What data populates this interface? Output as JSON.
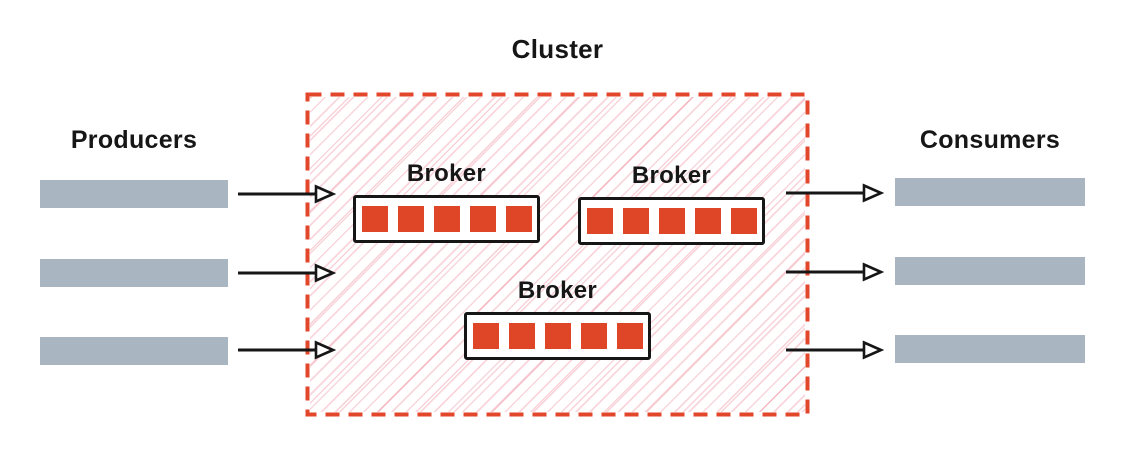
{
  "cluster": {
    "label": "Cluster"
  },
  "producers": {
    "label": "Producers",
    "stream_count": 3
  },
  "consumers": {
    "label": "Consumers",
    "stream_count": 3
  },
  "brokers": [
    {
      "label": "Broker"
    },
    {
      "label": "Broker"
    },
    {
      "label": "Broker"
    }
  ],
  "partitions_per_broker": 5,
  "colors": {
    "accent-red": "#E2462B",
    "partition-red": "#DF4527",
    "bar-gray": "#A9B5C1",
    "ink": "#161616",
    "hatch-pink-1": "rgba(236,130,150,0.33)",
    "hatch-pink-2": "rgba(228,95,115,0.28)"
  }
}
